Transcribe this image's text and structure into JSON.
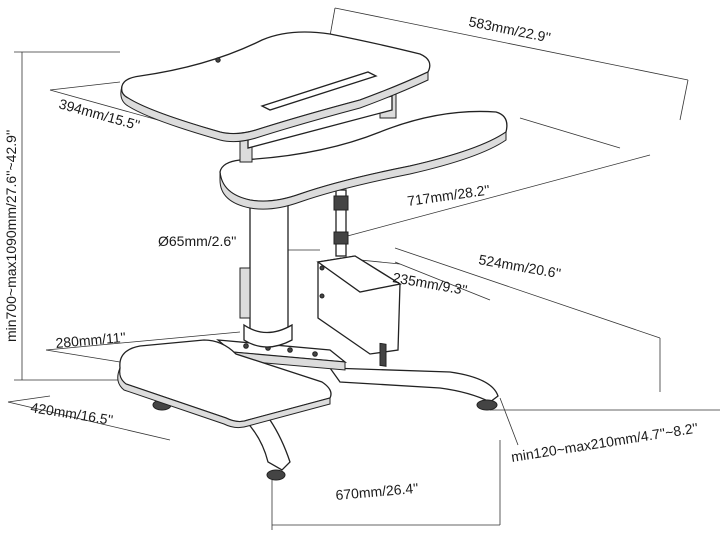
{
  "dimensions": {
    "height_range": "min700~max1090mm/27.6''~42.9''",
    "top_width": "583mm/22.9''",
    "top_depth": "394mm/15.5''",
    "keyboard_width": "717mm/28.2''",
    "column_diameter": "Ø65mm/2.6''",
    "bracket_width": "235mm/9.3''",
    "base_depth": "524mm/20.6''",
    "foot_depth": "280mm/11''",
    "foot_width": "420mm/16.5''",
    "adjust_range": "min120~max210mm/4.7''~8.2''",
    "base_width": "670mm/26.4''"
  }
}
